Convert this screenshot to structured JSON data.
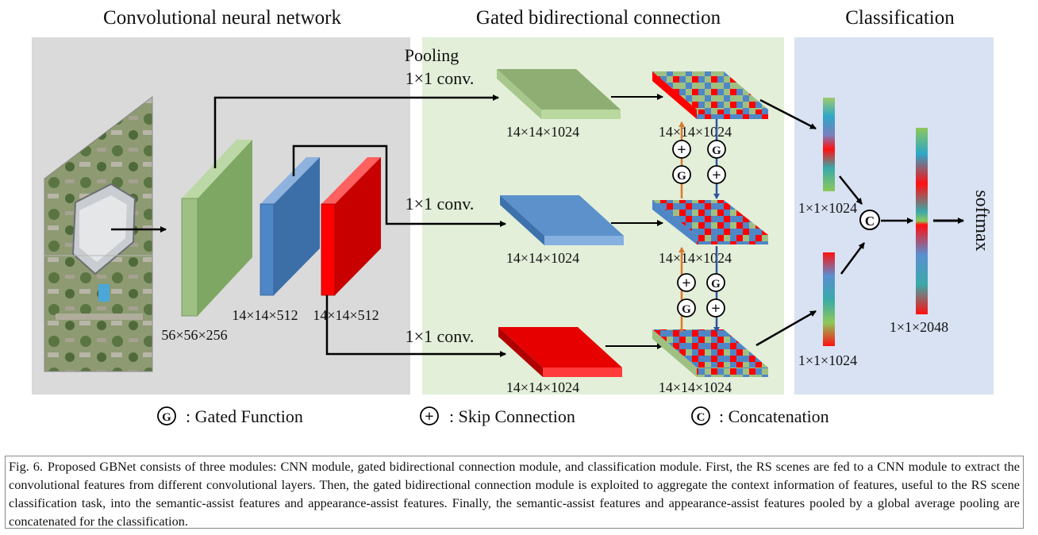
{
  "sections": {
    "cnn_title": "Convolutional neural network",
    "gbc_title": "Gated bidirectional connection",
    "cls_title": "Classification"
  },
  "cnn": {
    "layer1_dims": "56×56×256",
    "layer2_dims": "14×14×512",
    "layer3_dims": "14×14×512"
  },
  "gbc": {
    "pooling_label": "Pooling",
    "conv_labels": [
      "1×1 conv.",
      "1×1 conv.",
      "1×1 conv."
    ],
    "slab_dims": [
      "14×14×1024",
      "14×14×1024",
      "14×14×1024"
    ],
    "gate_dims": [
      "14×14×1024",
      "14×14×1024",
      "14×14×1024"
    ],
    "gate_symbol": "G",
    "plus_symbol": "+"
  },
  "classification": {
    "vec_top_dims": "1×1×1024",
    "vec_bottom_dims": "1×1×1024",
    "concat_dims": "1×1×2048",
    "concat_symbol": "C",
    "softmax_label": "softmax"
  },
  "legend": {
    "gated_symbol": "G",
    "gated_label": ": Gated Function",
    "skip_symbol": "+",
    "skip_label": ": Skip Connection",
    "concat_symbol": "C",
    "concat_label": ": Concatenation"
  },
  "caption": {
    "label": "Fig. 6.",
    "text": "Proposed GBNet consists of three modules: CNN module, gated bidirectional connection module, and classification module. First, the RS scenes are fed to a CNN module to extract the convolutional features from different convolutional layers. Then, the gated bidirectional connection module is exploited to aggregate the context information of features, useful to the RS scene classification task, into the semantic-assist features and appearance-assist features. Finally, the semantic-assist features and appearance-assist features pooled by a global average pooling are concatenated for the classification."
  },
  "colors": {
    "cnn_bg": "#dadada",
    "gbc_bg": "#e3efd9",
    "cls_bg": "#d9e2f3",
    "green": "#9ec183",
    "blue": "#4f86c6",
    "red": "#ff0000",
    "orange_arrow": "#d97a2b",
    "blue_arrow": "#2e55a0"
  }
}
